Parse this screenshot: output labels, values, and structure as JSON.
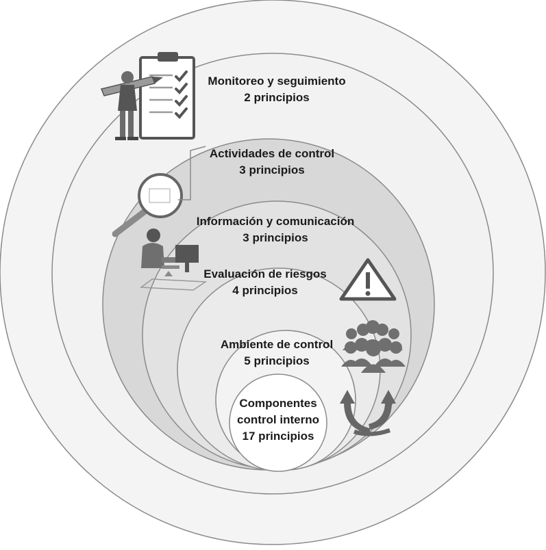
{
  "levels": [
    {
      "title": "Monitoreo y seguimiento",
      "subtitle": "2 principios"
    },
    {
      "title": "Actividades de control",
      "subtitle": "3 principios"
    },
    {
      "title": "Información y comunicación",
      "subtitle": "3 principios"
    },
    {
      "title": "Evaluación de riesgos",
      "subtitle": "4 principios"
    },
    {
      "title": "Ambiente de control",
      "subtitle": "5 principios"
    }
  ],
  "core": {
    "line1": "Componentes",
    "line2": "control interno",
    "line3": "17 principios"
  },
  "colors": {
    "ring_outer": "#f4f4f4",
    "ring_monitoreo": "#f2f2f2",
    "ring_actividades": "#d8d8d8",
    "ring_informacion": "#e2e2e2",
    "ring_evaluacion": "#ebebeb",
    "ring_ambiente": "#f3f3f3",
    "core": "#ffffff",
    "stroke": "#8a8a8a",
    "icon": "#6f6f6f"
  },
  "icons": [
    "clipboard-checklist-icon",
    "person-with-pencil-icon",
    "magnifying-glass-icon",
    "person-at-computer-icon",
    "warning-triangle-icon",
    "people-group-icon",
    "cycle-arrows-icon"
  ]
}
